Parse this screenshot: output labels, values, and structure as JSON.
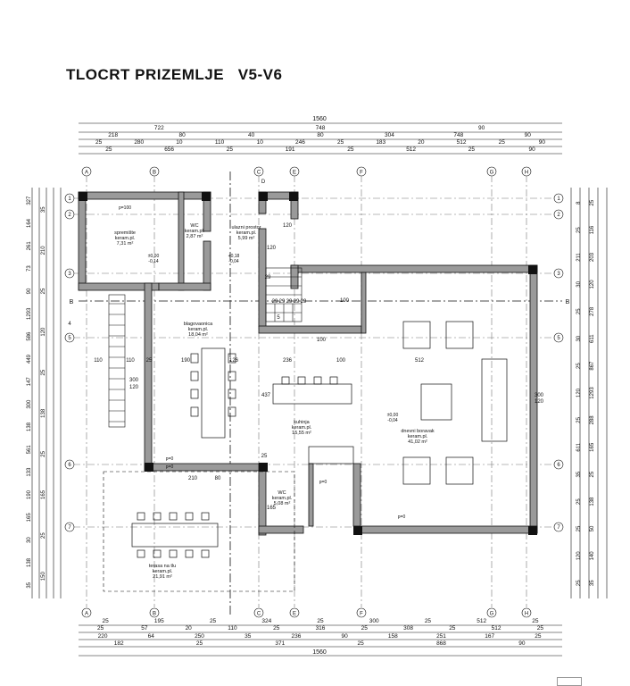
{
  "title": "TLOCRT PRIZEMLJE   V5-V6",
  "grid_cols": [
    "A",
    "B",
    "C",
    "D",
    "E",
    "F",
    "G",
    "H"
  ],
  "grid_rows": [
    "1",
    "2",
    "3",
    "4",
    "5",
    "6",
    "7"
  ],
  "section_label": "B",
  "dims": {
    "top": {
      "total": "1560",
      "r2": [
        "722",
        "748",
        "90"
      ],
      "r3": [
        "218",
        "80",
        "40",
        "80",
        "304",
        "748",
        "90"
      ],
      "r4": [
        "25",
        "280",
        "10",
        "110",
        "10",
        "246",
        "25",
        "183",
        "20",
        "512",
        "25",
        "90"
      ],
      "r5": [
        "25",
        "656",
        "25",
        "191",
        "25",
        "512",
        "25",
        "90"
      ]
    },
    "bottom": {
      "r1": [
        "25",
        "195",
        "25",
        "324",
        "25",
        "300",
        "25",
        "512",
        "25"
      ],
      "r2": [
        "25",
        "57",
        "20",
        "110",
        "25",
        "316",
        "25",
        "308",
        "25",
        "512",
        "25"
      ],
      "r3": [
        "220",
        "64",
        "250",
        "35",
        "236",
        "90",
        "158",
        "251",
        "167",
        "25"
      ],
      "r4": [
        "182",
        "25",
        "371",
        "25",
        "868",
        "90"
      ],
      "total": "1560"
    },
    "left": {
      "r1": [
        "327",
        "164",
        "261",
        "73",
        "90",
        "1293",
        "586",
        "449",
        "147",
        "300",
        "138",
        "561",
        "133",
        "190",
        "165",
        "30",
        "138",
        "35"
      ],
      "r2": [
        "35",
        "210",
        "25",
        "120",
        "25",
        "138",
        "25",
        "165",
        "25",
        "150"
      ]
    },
    "right": {
      "r1": [
        "25",
        "116",
        "203",
        "120",
        "278",
        "611",
        "867",
        "1293",
        "288",
        "165",
        "25",
        "138",
        "50",
        "140",
        "35"
      ],
      "r2": [
        "8",
        "25",
        "211",
        "30",
        "25",
        "30",
        "25",
        "120",
        "25",
        "611",
        "35",
        "25",
        "25",
        "120",
        "25"
      ]
    }
  },
  "rooms": [
    {
      "name": "spremište",
      "floor": "keram.pl.",
      "area": "7,31 m²"
    },
    {
      "name": "WC",
      "floor": "keram.pl.",
      "area": "2,87 m²"
    },
    {
      "name": "ulazni prostor",
      "floor": "keram.pl.",
      "area": "5,99 m²"
    },
    {
      "name": "blagovaonica",
      "floor": "keram.pl.",
      "area": "18,04 m²"
    },
    {
      "name": "kuhinja",
      "floor": "keram.pl.",
      "area": "15,55 m²"
    },
    {
      "name": "dnevni boravak",
      "floor": "keram.pl.",
      "area": "41,02 m²"
    },
    {
      "name": "WC",
      "floor": "keram.pl.",
      "area": "5,08 m²"
    },
    {
      "name": "terasa na tlu",
      "floor": "keram.pl.",
      "area": "21,91 m²"
    }
  ],
  "levels": [
    "±0,00",
    "-0,04",
    "±0,00",
    "-0,14",
    "+0,18",
    "-0,04",
    "p=100",
    "p=0",
    "p=0",
    "p=0",
    "p=0"
  ],
  "inner_dims": [
    "110",
    "110",
    "25",
    "190",
    "126",
    "236",
    "100",
    "512",
    "300",
    "120",
    "300",
    "120",
    "437",
    "210",
    "80",
    "120",
    "100",
    "165",
    "120",
    "5",
    "29",
    "29",
    "29",
    "29",
    "29",
    "29",
    "25",
    "100"
  ],
  "colors": {
    "line": "#111111",
    "grid": "#555555",
    "wall_fill": "#9a9a9a"
  }
}
